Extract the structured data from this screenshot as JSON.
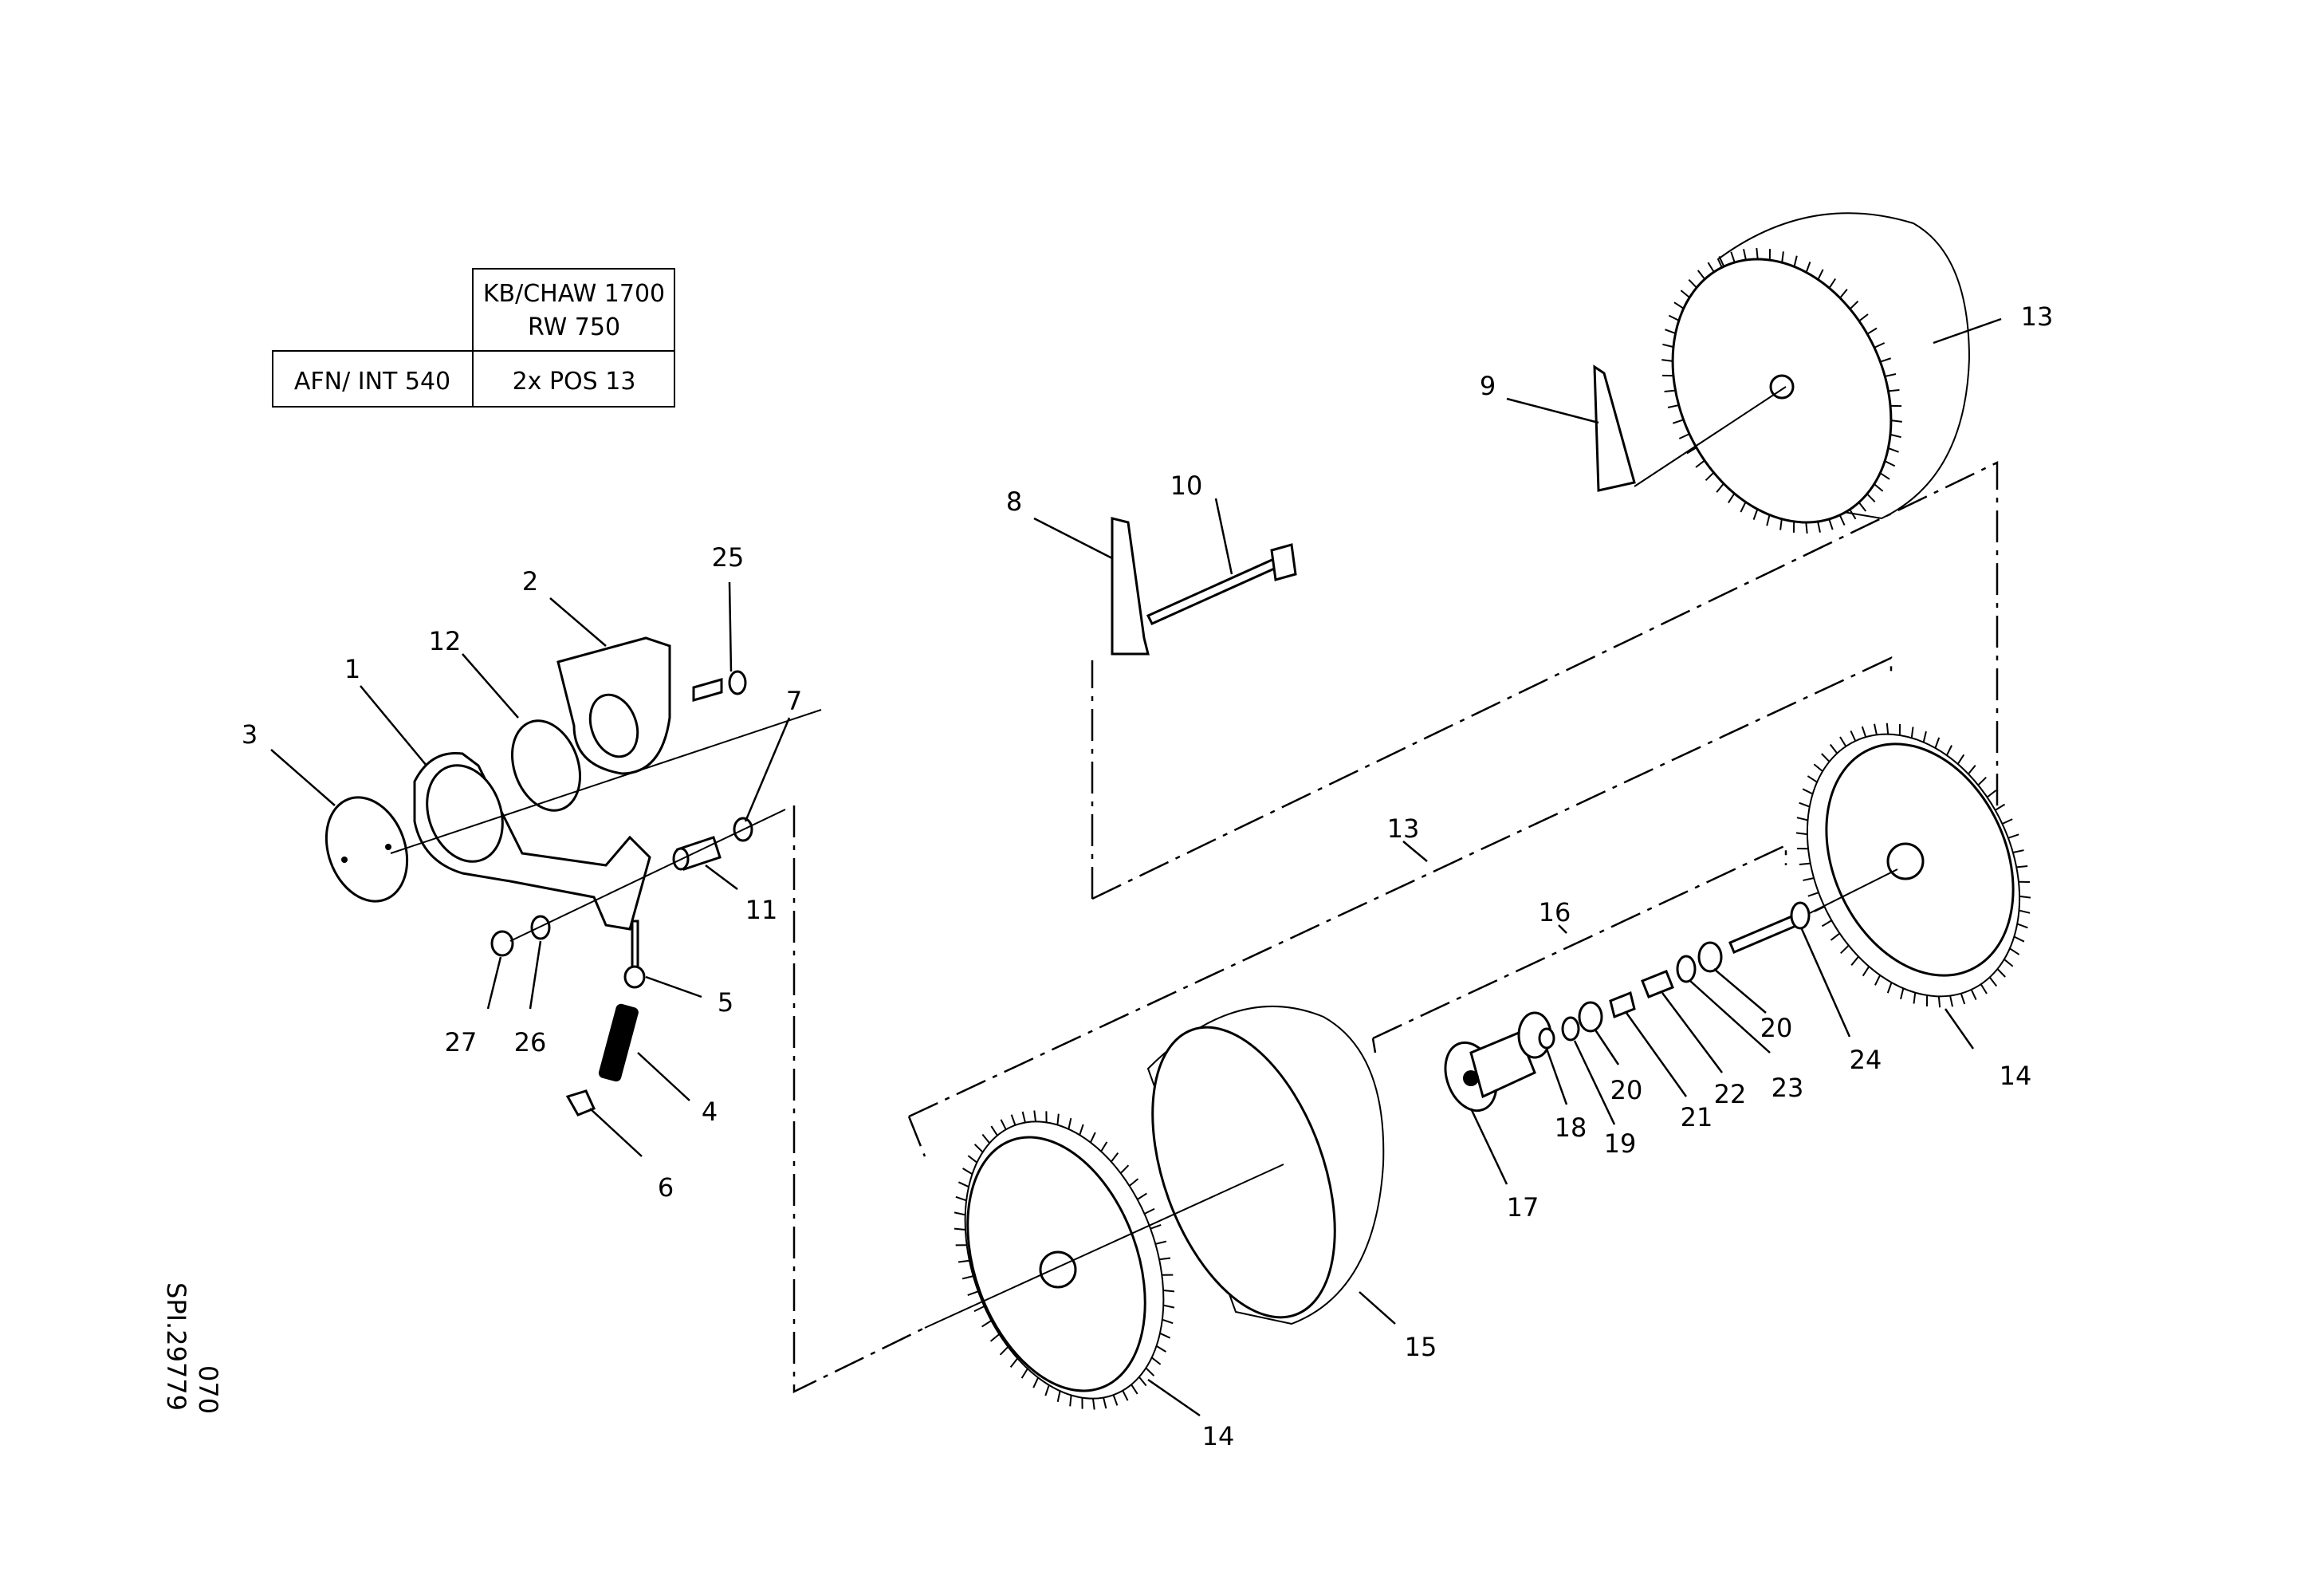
{
  "table": {
    "header": [
      "KB/CHAW 1700",
      "RW 750"
    ],
    "row_label": "AFN/ INT 540",
    "row_value": "2x POS 13"
  },
  "drawing_number": "SPI.29779",
  "sheet_code": "070",
  "callouts": {
    "c1": "1",
    "c2": "2",
    "c3": "3",
    "c4": "4",
    "c5": "5",
    "c6": "6",
    "c7": "7",
    "c8": "8",
    "c9": "9",
    "c10": "10",
    "c11": "11",
    "c12": "12",
    "c13a": "13",
    "c13b": "13",
    "c14a": "14",
    "c14b": "14",
    "c15": "15",
    "c16": "16",
    "c17": "17",
    "c18": "18",
    "c19": "19",
    "c20a": "20",
    "c20b": "20",
    "c21": "21",
    "c22": "22",
    "c23": "23",
    "c24": "24",
    "c25": "25",
    "c26": "26",
    "c27": "27"
  }
}
